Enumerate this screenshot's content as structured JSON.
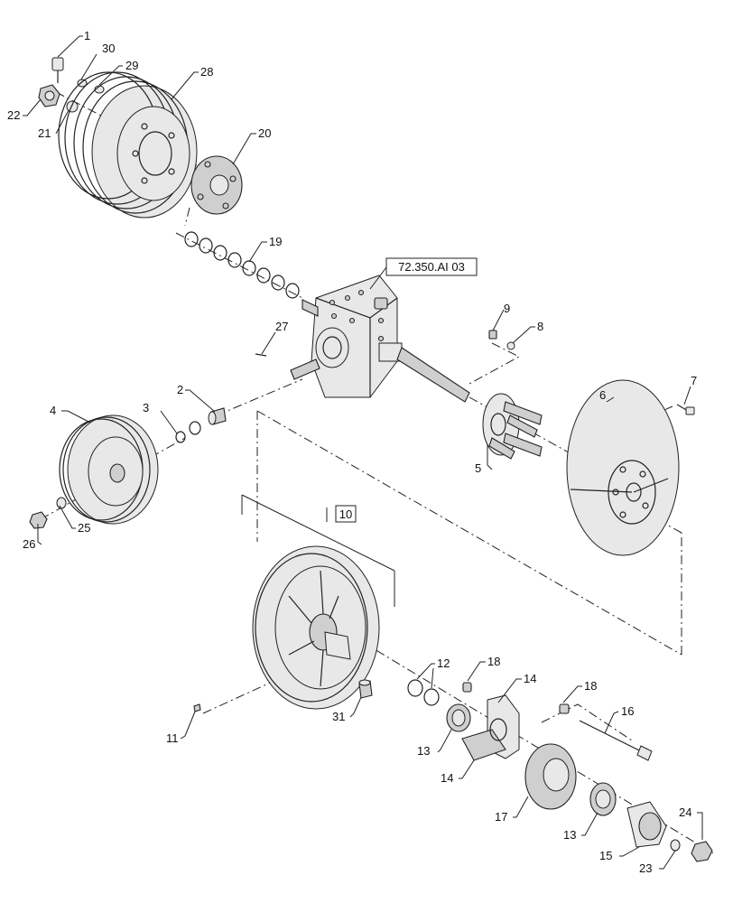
{
  "callouts": [
    {
      "id": "c1",
      "label": "1"
    },
    {
      "id": "c30",
      "label": "30"
    },
    {
      "id": "c29",
      "label": "29"
    },
    {
      "id": "c28",
      "label": "28"
    },
    {
      "id": "c22",
      "label": "22"
    },
    {
      "id": "c21",
      "label": "21"
    },
    {
      "id": "c20",
      "label": "20"
    },
    {
      "id": "c19",
      "label": "19"
    },
    {
      "id": "c27",
      "label": "27"
    },
    {
      "id": "c9",
      "label": "9"
    },
    {
      "id": "c8",
      "label": "8"
    },
    {
      "id": "c7",
      "label": "7"
    },
    {
      "id": "c6",
      "label": "6"
    },
    {
      "id": "c2",
      "label": "2"
    },
    {
      "id": "c3",
      "label": "3"
    },
    {
      "id": "c4",
      "label": "4"
    },
    {
      "id": "c5",
      "label": "5"
    },
    {
      "id": "c25",
      "label": "25"
    },
    {
      "id": "c26",
      "label": "26"
    },
    {
      "id": "c10",
      "label": "10"
    },
    {
      "id": "c12",
      "label": "12"
    },
    {
      "id": "c18a",
      "label": "18"
    },
    {
      "id": "c14a",
      "label": "14"
    },
    {
      "id": "c18b",
      "label": "18"
    },
    {
      "id": "c16",
      "label": "16"
    },
    {
      "id": "c11",
      "label": "11"
    },
    {
      "id": "c31",
      "label": "31"
    },
    {
      "id": "c13a",
      "label": "13"
    },
    {
      "id": "c14b",
      "label": "14"
    },
    {
      "id": "c17",
      "label": "17"
    },
    {
      "id": "c13b",
      "label": "13"
    },
    {
      "id": "c15",
      "label": "15"
    },
    {
      "id": "c23",
      "label": "23"
    },
    {
      "id": "c24",
      "label": "24"
    }
  ],
  "reference_box": {
    "label": "72.350.AI 03"
  },
  "assembly_box": {
    "label": "10"
  }
}
